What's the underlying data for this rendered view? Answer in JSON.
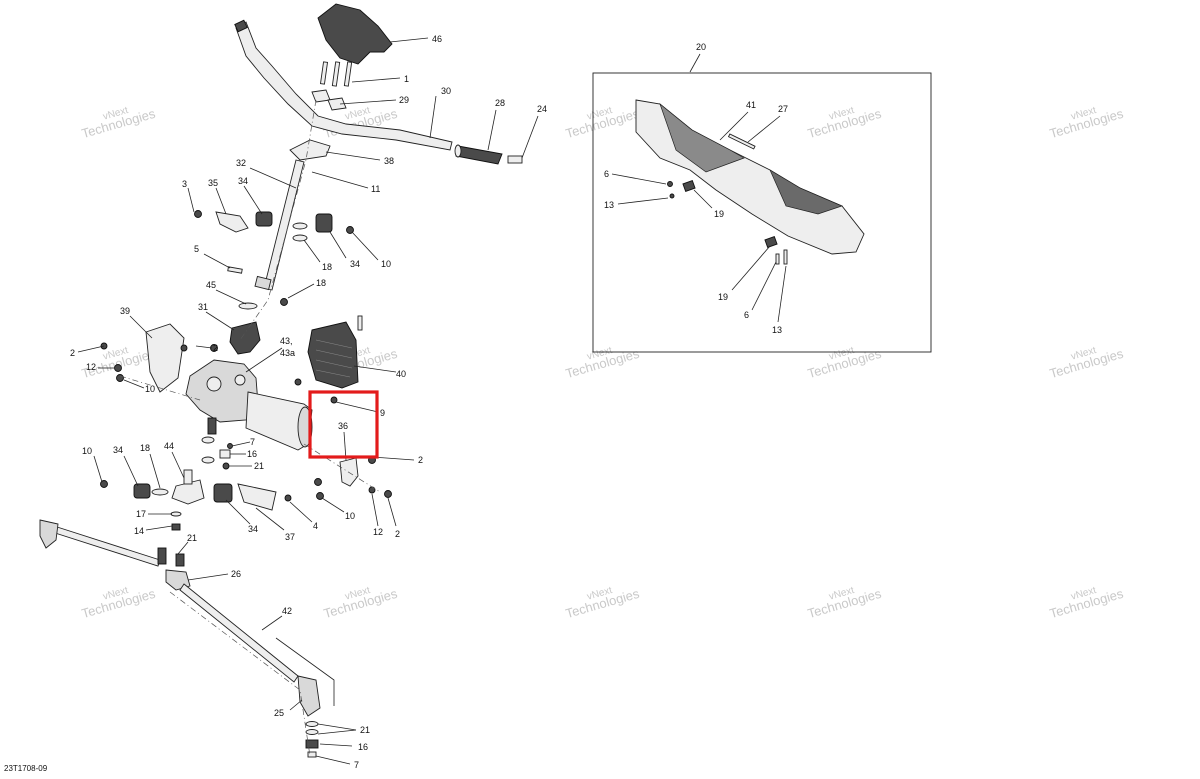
{
  "diagram_ref": "23T1708-09",
  "watermark_line1": "vNext",
  "watermark_line2": "Technologies",
  "highlight_color": "#e31b1b",
  "callouts": {
    "c46": "46",
    "c1": "1",
    "c29": "29",
    "c30": "30",
    "c28": "28",
    "c24": "24",
    "c38": "38",
    "c11": "11",
    "c32": "32",
    "c3": "3",
    "c35": "35",
    "c34a": "34",
    "c18a": "18",
    "c34b": "34",
    "c10a": "10",
    "c5": "5",
    "c18b": "18",
    "c45": "45",
    "c31": "31",
    "c39": "39",
    "c2a": "2",
    "c2b": "2",
    "c12a": "12",
    "c10b": "10",
    "c43": "43,",
    "c43a": "43a",
    "c40": "40",
    "c9": "9",
    "c36": "36",
    "c2c": "2",
    "c7a": "7",
    "c16a": "16",
    "c21a": "21",
    "c10c": "10",
    "c34c": "34",
    "c18c": "18",
    "c44": "44",
    "c17": "17",
    "c14": "14",
    "c21b": "21",
    "c34d": "34",
    "c37": "37",
    "c4": "4",
    "c10d": "10",
    "c12b": "12",
    "c2d": "2",
    "c26": "26",
    "c42": "42",
    "c25": "25",
    "c21c": "21",
    "c16b": "16",
    "c7b": "7",
    "c20": "20",
    "c41": "41",
    "c27": "27",
    "c6a": "6",
    "c13a": "13",
    "c19a": "19",
    "c19b": "19",
    "c6b": "6",
    "c13b": "13"
  }
}
